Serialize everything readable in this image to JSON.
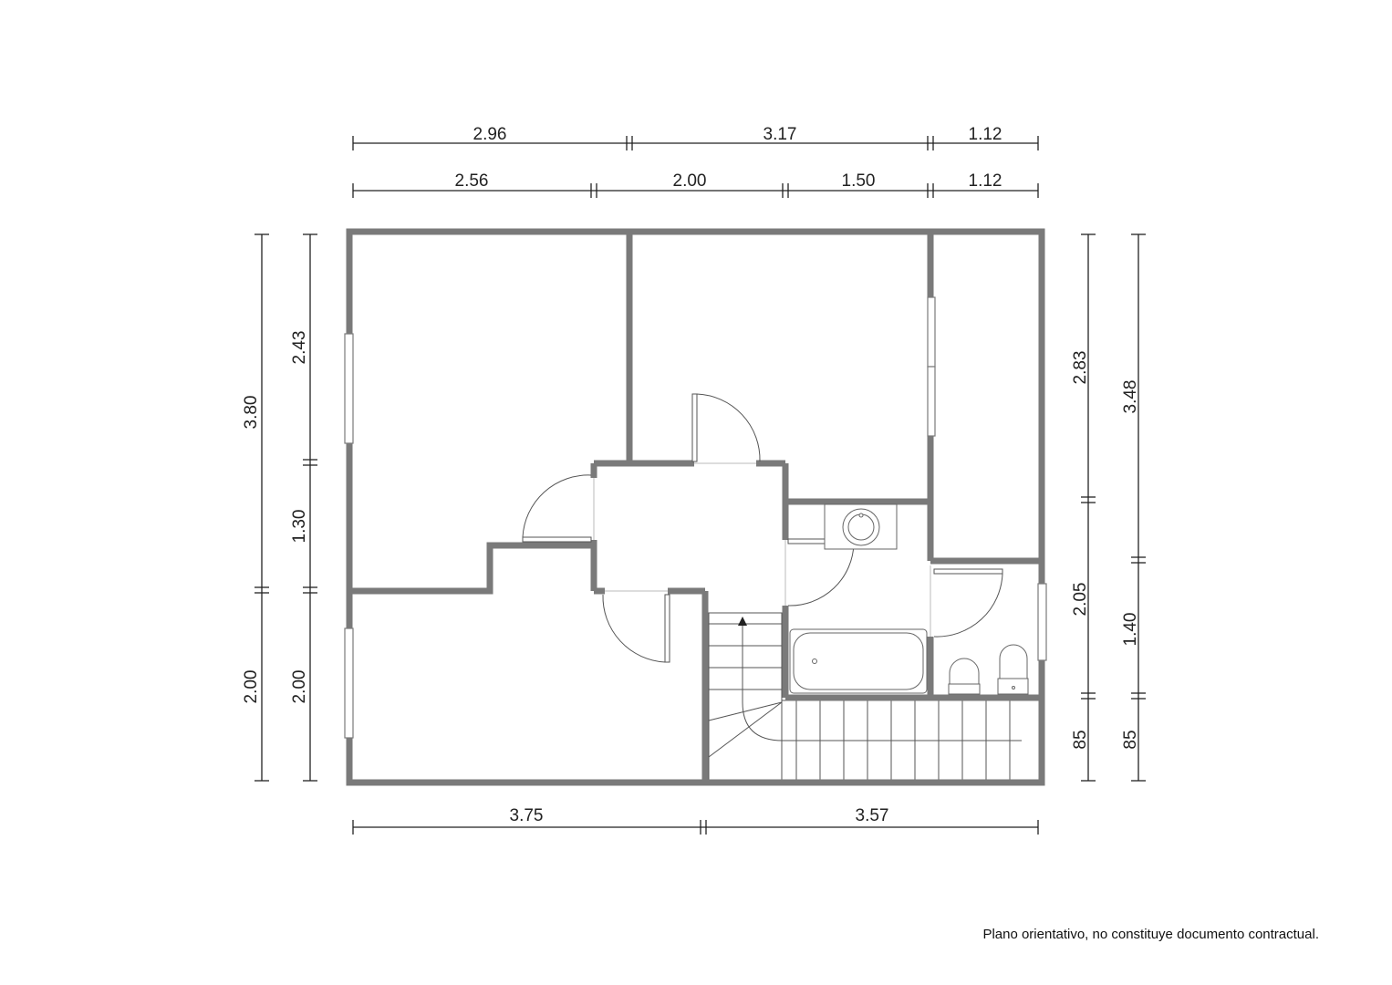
{
  "units": "m",
  "dimensions": {
    "top_row_1": [
      "2.96",
      "3.17",
      "1.12"
    ],
    "top_row_2": [
      "2.56",
      "2.00",
      "1.50",
      "1.12"
    ],
    "bottom": [
      "3.75",
      "3.57"
    ],
    "left_outer": [
      "3.80",
      "2.00"
    ],
    "left_inner": [
      "2.43",
      "1.30",
      "2.00"
    ],
    "right_inner": [
      "2.83",
      "2.05",
      "85"
    ],
    "right_outer": [
      "3.48",
      "1.40",
      "85"
    ]
  },
  "disclaimer": "Plano orientativo, no constituye documento contractual.",
  "colors": {
    "wall": "#7a7a7a",
    "line": "#555555",
    "dim": "#222222"
  }
}
